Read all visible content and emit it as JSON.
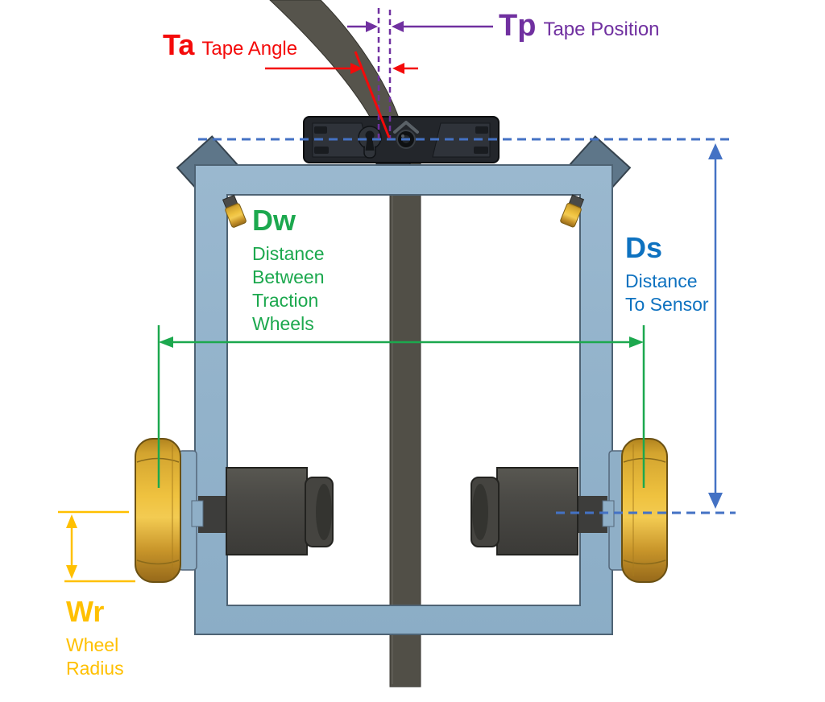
{
  "annotations": {
    "ta": {
      "symbol": "Ta",
      "label": "Tape Angle"
    },
    "tp": {
      "symbol": "Tp",
      "label": "Tape Position"
    },
    "dw": {
      "symbol": "Dw",
      "lines": [
        "Distance",
        "Between",
        "Traction",
        "Wheels"
      ]
    },
    "ds": {
      "symbol": "Ds",
      "lines": [
        "Distance",
        "To Sensor"
      ]
    },
    "wr": {
      "symbol": "Wr",
      "lines": [
        "Wheel",
        "Radius"
      ]
    }
  },
  "colors": {
    "tape_angle_red": "#F40A0A",
    "tape_position_purple": "#7030A0",
    "wheel_distance_green": "#1CA84E",
    "sensor_distance_blue": "#0E72C0",
    "dimension_line_blue": "#4472C4",
    "wheel_radius_gold": "#FFC000",
    "chassis_frame_blue": "#93B3CB",
    "wheel_gold": "#E0AC33",
    "tape_dark_gray": "#55534B",
    "sensor_black": "#23262B"
  }
}
